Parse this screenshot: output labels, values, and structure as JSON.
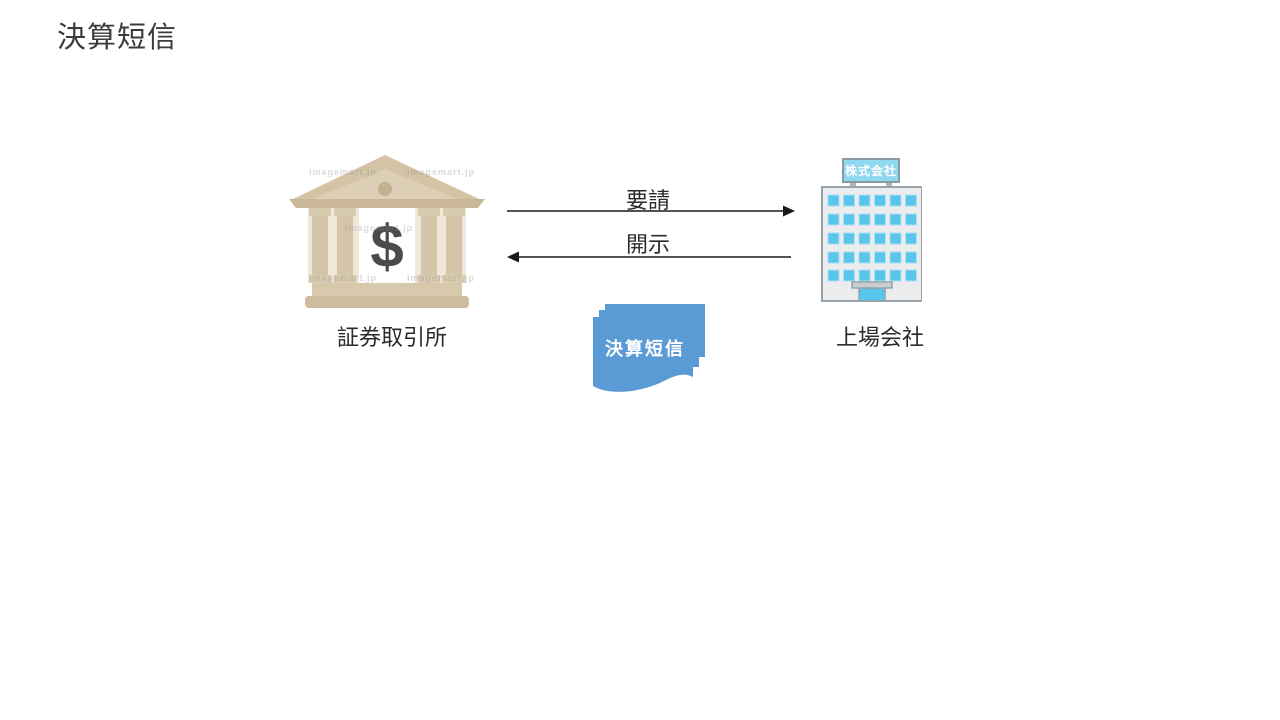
{
  "slide": {
    "title": "決算短信"
  },
  "exchange": {
    "label": "証券取引所",
    "icon": "bank-building",
    "dollar_symbol": "$",
    "watermark": "imagemart.jp"
  },
  "company": {
    "label": "上場会社",
    "icon": "office-building",
    "sign": "株式会社"
  },
  "flows": {
    "request": "要請",
    "disclosure": "開示"
  },
  "document": {
    "label": "決算短信"
  },
  "colors": {
    "document_blue": "#5b9bd5",
    "document_text": "#ffffff",
    "window_blue": "#58c5ea",
    "sign_blue": "#90d8f0",
    "bank_tan": "#d3c4a6",
    "bank_dark_tan": "#c9b798",
    "building_gray": "#eaeced",
    "arrow_black": "#1a1a1a",
    "title_text": "#3b3b3b"
  }
}
